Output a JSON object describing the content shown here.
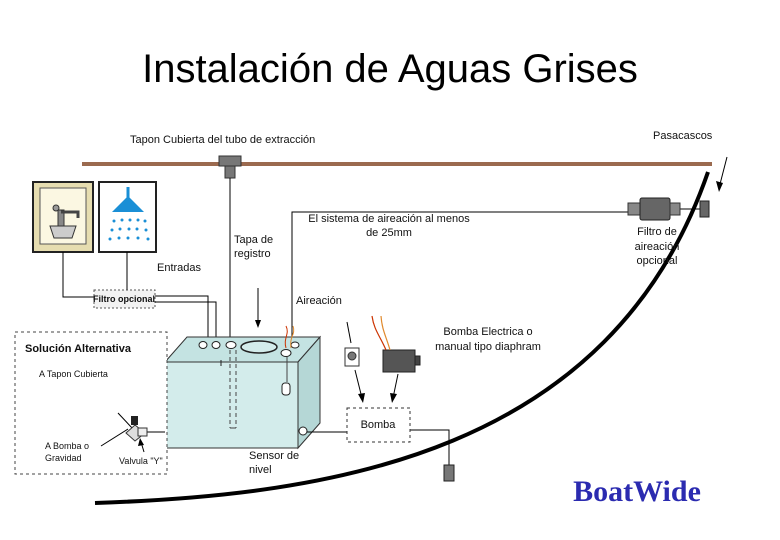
{
  "title": "Instalación de Aguas Grises",
  "brand": "BoatWide",
  "labels": {
    "tapon_cubierta": "Tapon Cubierta del tubo de extracción",
    "pasacascos": "Pasacascos",
    "aireacion_sistema_1": "El sistema de aireación al menos",
    "aireacion_sistema_2": "de 25mm",
    "tapa_registro_1": "Tapa de",
    "tapa_registro_2": "registro",
    "entradas": "Entradas",
    "filtro_opcional": "Filtro opcional",
    "aireacion": "Aireación",
    "filtro_aireacion_1": "Filtro de",
    "filtro_aireacion_2": "aireación",
    "filtro_aireacion_3": "opcional",
    "bomba_electrica_1": "Bomba Electrica o",
    "bomba_electrica_2": "manual tipo diaphram",
    "solucion_alternativa": "Solución Alternativa",
    "a_tapon_cubierta": "A Tapon Cubierta",
    "a_bomba_1": "A Bomba o",
    "a_bomba_2": "Gravidad",
    "valvula_y": "Valvula \"Y\"",
    "sensor_nivel_1": "Sensor de",
    "sensor_nivel_2": "nivel",
    "bomba": "Bomba"
  },
  "colors": {
    "deck": "#9b6a4f",
    "tank_front": "#d3eceb",
    "tank_top": "#c4e3e2",
    "tank_side": "#b5d7d6",
    "brand": "#2b2bb0",
    "sink_frame": "#e6ddb0",
    "shower": "#1a8fd6",
    "filter_body": "#666666"
  },
  "icons": [
    "sink-faucet-icon",
    "shower-head-icon",
    "pump-icon",
    "switch-icon",
    "filter-icon",
    "y-valve-icon",
    "level-sensor-icon"
  ]
}
